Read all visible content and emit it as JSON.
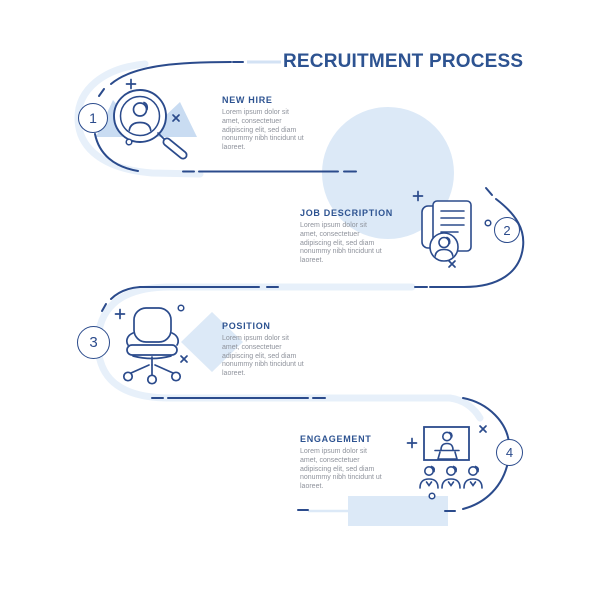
{
  "title": "RECRUITMENT PROCESS",
  "steps": [
    {
      "number": "1",
      "heading": "NEW HIRE",
      "body": "Lorem ipsum dolor sit amet, consectetuer adipiscing elit, sed diam nonummy nibh tincidunt ut laoreet.",
      "icon": "magnifier-user-icon"
    },
    {
      "number": "2",
      "heading": "JOB DESCRIPTION",
      "body": "Lorem ipsum dolor sit amet, consectetuer adipiscing elit, sed diam nonummy nibh tincidunt ut laoreet.",
      "icon": "document-user-icon"
    },
    {
      "number": "3",
      "heading": "POSITION",
      "body": "Lorem ipsum dolor sit amet, consectetuer adipiscing elit, sed diam nonummy nibh tincidunt ut laoreet.",
      "icon": "office-chair-icon"
    },
    {
      "number": "4",
      "heading": "ENGAGEMENT",
      "body": "Lorem ipsum dolor sit amet, consectetuer adipiscing elit, sed diam nonummy nibh tincidunt ut laoreet.",
      "icon": "presentation-audience-icon"
    }
  ],
  "decorations": {
    "marks": [
      "plus-mark",
      "cross-mark",
      "dot-mark"
    ],
    "shapes": [
      "big-circle",
      "zigzag-mountains",
      "diamond",
      "rectangle-block"
    ]
  },
  "colors": {
    "navy_line": "#2b4b8c",
    "title_text": "#2d5391",
    "body_text": "#8f939c",
    "light_blue_fill": "#dce9f7",
    "zigzag_fill": "#c9dcf2",
    "track_line": "#e7f0fa",
    "background": "#ffffff"
  }
}
